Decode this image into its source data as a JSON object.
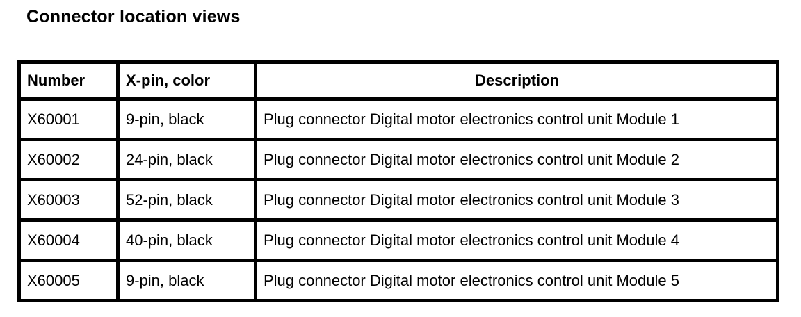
{
  "title": "Connector location views",
  "table": {
    "headers": [
      "Number",
      "X-pin, color",
      "Description"
    ],
    "rows": [
      {
        "number": "X60001",
        "pin_color": "9-pin, black",
        "description": "Plug connector Digital motor electronics control unit Module 1"
      },
      {
        "number": "X60002",
        "pin_color": "24-pin, black",
        "description": "Plug connector Digital motor electronics control unit Module 2"
      },
      {
        "number": "X60003",
        "pin_color": "52-pin, black",
        "description": "Plug connector Digital motor electronics control unit Module 3"
      },
      {
        "number": "X60004",
        "pin_color": "40-pin, black",
        "description": "Plug connector Digital motor electronics control unit Module 4"
      },
      {
        "number": "X60005",
        "pin_color": "9-pin, black",
        "description": "Plug connector Digital motor electronics control unit Module 5"
      }
    ]
  },
  "colors": {
    "text": "#000000",
    "border": "#000000",
    "background": "#ffffff"
  }
}
